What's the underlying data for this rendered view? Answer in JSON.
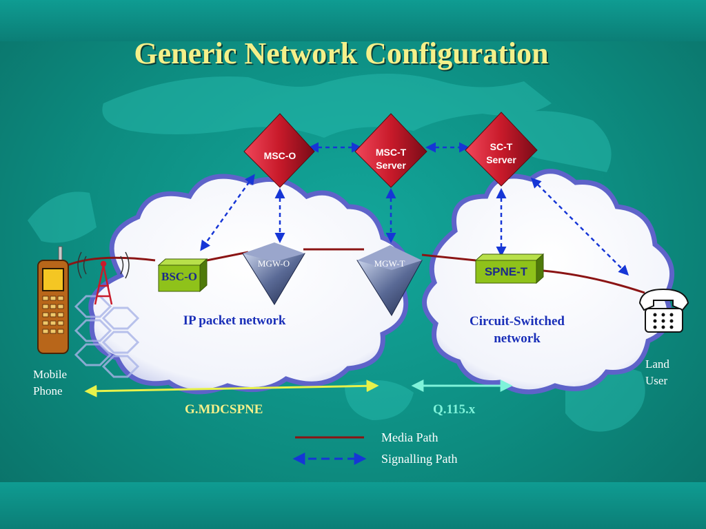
{
  "title": "Generic Network Configuration",
  "nodes": {
    "msc_o": "MSC-O",
    "msc_t_line1": "MSC-T",
    "msc_t_line2": "Server",
    "sc_t_line1": "SC-T",
    "sc_t_line2": "Server",
    "mgw_o": "MGW-O",
    "mgw_t": "MGW-T",
    "bsc_o": "BSC-O",
    "spne_t": "SPNE-T"
  },
  "clouds": {
    "ip_network": "IP packet network",
    "cs_network_line1": "Circuit-Switched",
    "cs_network_line2": "network"
  },
  "endpoints": {
    "mobile_line1": "Mobile",
    "mobile_line2": "Phone",
    "land_line1": "Land",
    "land_line2": "User"
  },
  "interfaces": {
    "left": "G.MDCSPNE",
    "right": "Q.115.x"
  },
  "legend": {
    "media": "Media Path",
    "signalling": "Signalling Path"
  },
  "colors": {
    "background": "#0d8c80",
    "title": "#f4f08a",
    "media_path": "#8b1414",
    "signalling_path": "#1636d6",
    "interface_left": "#e8f24a",
    "interface_right": "#7ff3da",
    "node_red": "#c81a2a",
    "box_green": "#8fc21a"
  }
}
